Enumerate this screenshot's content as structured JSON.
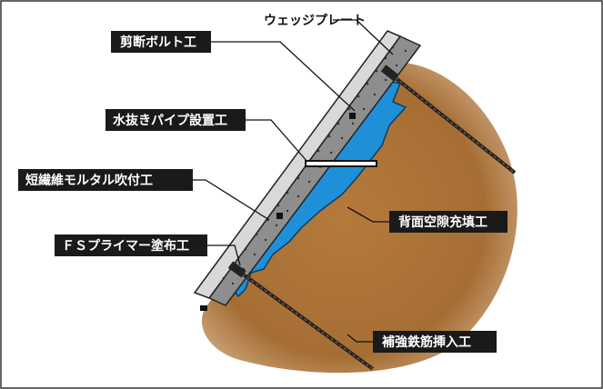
{
  "labels": {
    "wedge_plate": "ウェッジプレート",
    "shotcrete_removal": "剪断ボルト工",
    "drain_pipe": "水抜きパイプ設置工",
    "fiber_mortar": "短繊維モルタル吹付工",
    "fs_primer": "ＦＳプライマー塗布工",
    "backfill": "背面空隙充填工",
    "rebar_insertion": "補強鉄筋挿入工"
  },
  "colors": {
    "soil": "#b47a3c",
    "grout_fill": "#1f8fd8",
    "mortar_layer": "#cfcfcf",
    "existing_layer": "#8e8e8e",
    "label_box": "#1a1a1a",
    "label_text": "#ffffff"
  }
}
